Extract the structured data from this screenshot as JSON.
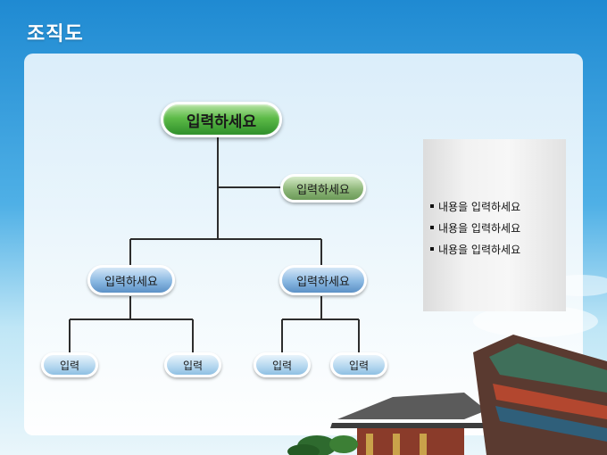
{
  "page": {
    "title": "조직도"
  },
  "org_chart": {
    "root": "입력하세요",
    "assistant": "입력하세요",
    "departments": [
      {
        "label": "입력하세요",
        "children": [
          "입력",
          "입력"
        ]
      },
      {
        "label": "입력하세요",
        "children": [
          "입력",
          "입력"
        ]
      }
    ]
  },
  "side_box": {
    "items": [
      "내용을 입력하세요",
      "내용을 입력하세요",
      "내용을 입력하세요"
    ]
  },
  "colors": {
    "sky": "#1f8ad2",
    "root_node": "#4aa83a",
    "assistant_node": "#86b070",
    "department_node": "#7fb0dd",
    "leaf_node": "#b3d6ee",
    "connector": "#2d2d2d"
  }
}
